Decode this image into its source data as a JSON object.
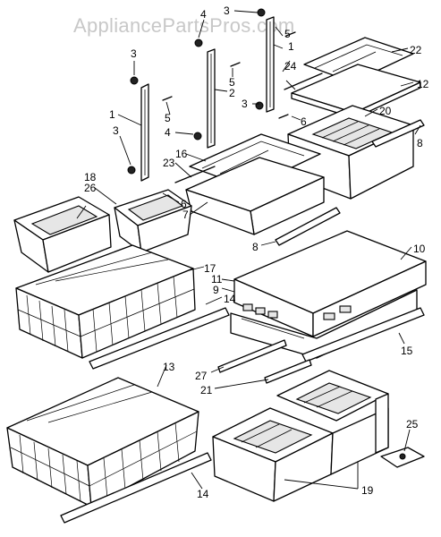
{
  "watermark": "AppliancePartsPros.com",
  "callouts": {
    "c1": "1",
    "c2": "2",
    "c3a": "3",
    "c3b": "3",
    "c3c": "3",
    "c3d": "3",
    "c4a": "4",
    "c4b": "4",
    "c5a": "5",
    "c5b": "5",
    "c5c": "5",
    "c6a": "6",
    "c6b": "6",
    "c7": "7",
    "c8a": "8",
    "c8b": "8",
    "c9": "9",
    "c10": "10",
    "c11": "11",
    "c12": "12",
    "c13": "13",
    "c14a": "14",
    "c14b": "14",
    "c15": "15",
    "c16": "16",
    "c17": "17",
    "c18": "18",
    "c19": "19",
    "c20": "20",
    "c21": "21",
    "c22": "22",
    "c23": "23",
    "c24": "24",
    "c25": "25",
    "c26": "26",
    "c27": "27"
  }
}
